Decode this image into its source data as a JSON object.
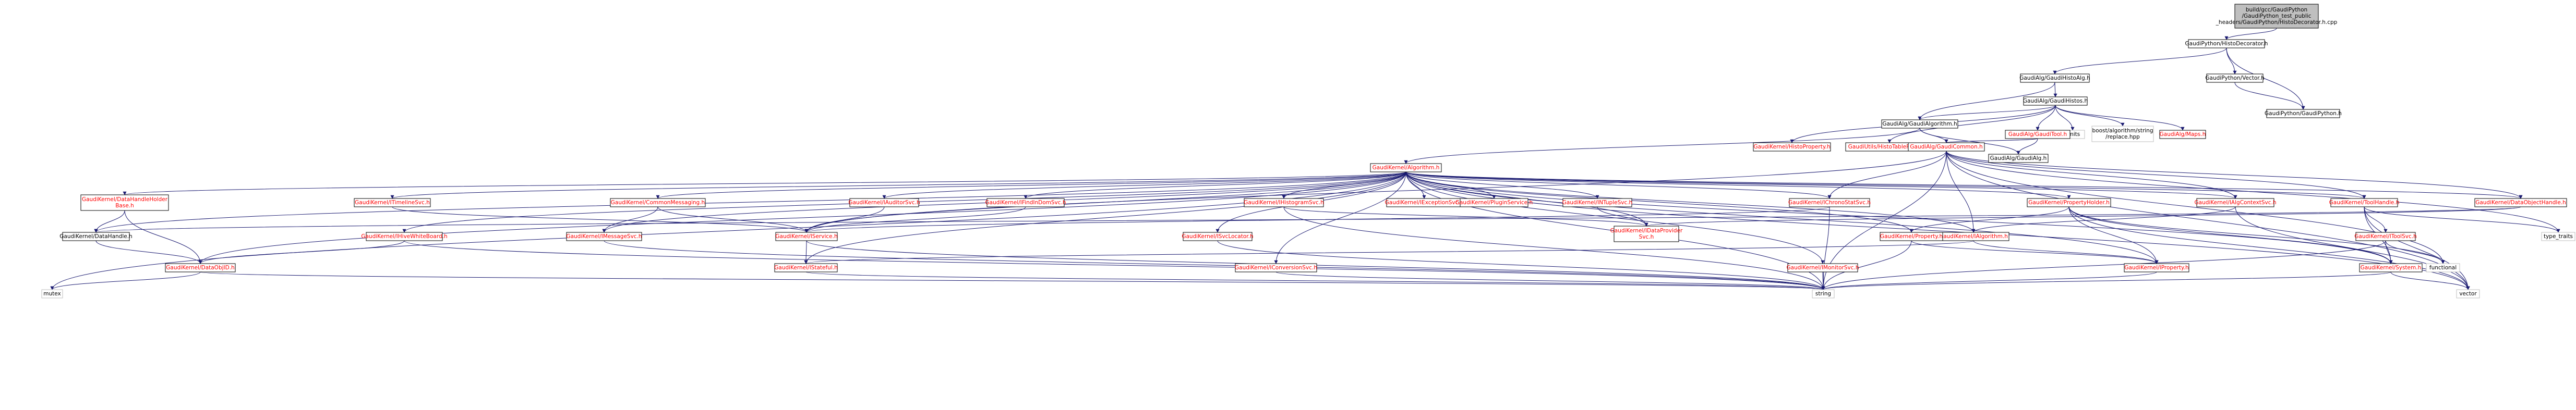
{
  "colors": {
    "node_stroke": "#000000",
    "node_fill": "#ffffff",
    "root_fill": "#bfbfbf",
    "red_text": "#ff0000",
    "black_text": "#000000",
    "edge": "#191970"
  },
  "graph": {
    "nodes": [
      {
        "id": "root",
        "lines": [
          "build/gcc/GaudiPython",
          "/GaudiPython_test_public",
          "_headers/GaudiPython/HistoDecorator.h.cpp"
        ],
        "style": "root"
      },
      {
        "id": "hd",
        "lines": [
          "GaudiPython/HistoDecorator.h"
        ],
        "style": "black"
      },
      {
        "id": "ghalg",
        "lines": [
          "GaudiAlg/GaudiHistoAlg.h"
        ],
        "style": "black"
      },
      {
        "id": "vec",
        "lines": [
          "GaudiPython/Vector.h"
        ],
        "style": "black"
      },
      {
        "id": "gp",
        "lines": [
          "GaudiPython/GaudiPython.h"
        ],
        "style": "black"
      },
      {
        "id": "gh",
        "lines": [
          "GaudiAlg/GaudiHistos.h"
        ],
        "style": "black"
      },
      {
        "id": "ga",
        "lines": [
          "GaudiAlg/GaudiAlgorithm.h"
        ],
        "style": "black"
      },
      {
        "id": "limits",
        "lines": [
          "limits"
        ],
        "style": "plain"
      },
      {
        "id": "boost",
        "lines": [
          "boost/algorithm/string",
          "/replace.hpp"
        ],
        "style": "plain"
      },
      {
        "id": "maps",
        "lines": [
          "GaudiAlg/Maps.h"
        ],
        "style": "red"
      },
      {
        "id": "gtool",
        "lines": [
          "GaudiAlg/GaudiTool.h"
        ],
        "style": "red"
      },
      {
        "id": "hprop",
        "lines": [
          "GaudiKernel/HistoProperty.h"
        ],
        "style": "red"
      },
      {
        "id": "htf",
        "lines": [
          "GaudiUtils/HistoTableFormat.h"
        ],
        "style": "red"
      },
      {
        "id": "algo",
        "lines": [
          "GaudiKernel/Algorithm.h"
        ],
        "style": "red"
      },
      {
        "id": "gc",
        "lines": [
          "GaudiAlg/GaudiCommon.h"
        ],
        "style": "red"
      },
      {
        "id": "gaudi",
        "lines": [
          "GaudiAlg/GaudiAlg.h"
        ],
        "style": "black"
      },
      {
        "id": "dhh",
        "lines": [
          "GaudiKernel/DataHandleHolder",
          "Base.h"
        ],
        "style": "red"
      },
      {
        "id": "ito",
        "lines": [
          "GaudiKernel/ITimelineSvc.h"
        ],
        "style": "red"
      },
      {
        "id": "cm",
        "lines": [
          "GaudiKernel/CommonMessaging.h"
        ],
        "style": "red"
      },
      {
        "id": "iauditor",
        "lines": [
          "GaudiKernel/IAuditorSvc.h"
        ],
        "style": "red"
      },
      {
        "id": "ifind",
        "lines": [
          "GaudiKernel/IFindInDomSvc.h"
        ],
        "style": "red"
      },
      {
        "id": "ihist",
        "lines": [
          "GaudiKernel/IHistogramSvc.h"
        ],
        "style": "red"
      },
      {
        "id": "iexc",
        "lines": [
          "GaudiKernel/IExceptionSvc.h"
        ],
        "style": "red"
      },
      {
        "id": "iplugin",
        "lines": [
          "GaudiKernel/PluginService.h"
        ],
        "style": "red"
      },
      {
        "id": "intuple",
        "lines": [
          "GaudiKernel/INTupleSvc.h"
        ],
        "style": "red"
      },
      {
        "id": "ichrono",
        "lines": [
          "GaudiKernel/IChronoStatSvc.h"
        ],
        "style": "red"
      },
      {
        "id": "ph",
        "lines": [
          "GaudiKernel/PropertyHolder.h"
        ],
        "style": "red"
      },
      {
        "id": "iac",
        "lines": [
          "GaudiKernel/IAlgContextSvc.h"
        ],
        "style": "red"
      },
      {
        "id": "thandle",
        "lines": [
          "GaudiKernel/ToolHandle.h"
        ],
        "style": "red"
      },
      {
        "id": "doh",
        "lines": [
          "GaudiKernel/DataObjectHandle.h"
        ],
        "style": "red"
      },
      {
        "id": "dh",
        "lines": [
          "GaudiKernel/DataHandle.h"
        ],
        "style": "black"
      },
      {
        "id": "ialg",
        "lines": [
          "GaudiKernel/IAlgorithm.h"
        ],
        "style": "red"
      },
      {
        "id": "dps",
        "lines": [
          "GaudiKernel/IDataProvider",
          "Svc.h"
        ],
        "style": "red"
      },
      {
        "id": "iprop",
        "lines": [
          "GaudiKernel/Property.h"
        ],
        "style": "red"
      },
      {
        "id": "imsg",
        "lines": [
          "GaudiKernel/IMessageSvc.h"
        ],
        "style": "red"
      },
      {
        "id": "iservice",
        "lines": [
          "GaudiKernel/IService.h"
        ],
        "style": "red"
      },
      {
        "id": "svcloc",
        "lines": [
          "GaudiKernel/ISvcLocator.h"
        ],
        "style": "red"
      },
      {
        "id": "iws",
        "lines": [
          "GaudiKernel/IHiveWhiteBoard.h"
        ],
        "style": "red"
      },
      {
        "id": "itoolsvc",
        "lines": [
          "GaudiKernel/IToolSvc.h"
        ],
        "style": "red"
      },
      {
        "id": "typetraits",
        "lines": [
          "type_traits"
        ],
        "style": "plain"
      },
      {
        "id": "dataobjid",
        "lines": [
          "GaudiKernel/DataObjID.h"
        ],
        "style": "red"
      },
      {
        "id": "stateful",
        "lines": [
          "GaudiKernel/IStateful.h"
        ],
        "style": "red"
      },
      {
        "id": "iconv",
        "lines": [
          "GaudiKernel/IConversionSvc.h"
        ],
        "style": "red"
      },
      {
        "id": "imon",
        "lines": [
          "GaudiKernel/IMonitorSvc.h"
        ],
        "style": "red"
      },
      {
        "id": "iproperty",
        "lines": [
          "GaudiKernel/IProperty.h"
        ],
        "style": "red"
      },
      {
        "id": "system",
        "lines": [
          "GaudiKernel/System.h"
        ],
        "style": "red"
      },
      {
        "id": "functional",
        "lines": [
          "functional"
        ],
        "style": "plain"
      },
      {
        "id": "mutex",
        "lines": [
          "mutex"
        ],
        "style": "plain"
      },
      {
        "id": "string",
        "lines": [
          "string"
        ],
        "style": "plain"
      },
      {
        "id": "vector",
        "lines": [
          "vector"
        ],
        "style": "plain"
      }
    ],
    "edges": [
      [
        "root",
        "hd"
      ],
      [
        "hd",
        "ghalg"
      ],
      [
        "hd",
        "vec"
      ],
      [
        "hd",
        "gp"
      ],
      [
        "vec",
        "gp"
      ],
      [
        "ghalg",
        "gh"
      ],
      [
        "ghalg",
        "ga"
      ],
      [
        "gh",
        "ga"
      ],
      [
        "gh",
        "limits"
      ],
      [
        "gh",
        "boost"
      ],
      [
        "gh",
        "maps"
      ],
      [
        "gh",
        "gtool"
      ],
      [
        "gh",
        "hprop"
      ],
      [
        "gh",
        "htf"
      ],
      [
        "ga",
        "algo"
      ],
      [
        "ga",
        "gc"
      ],
      [
        "ga",
        "gaudi"
      ],
      [
        "gtool",
        "gc"
      ],
      [
        "gtool",
        "gaudi"
      ],
      [
        "algo",
        "dhh"
      ],
      [
        "algo",
        "ito"
      ],
      [
        "algo",
        "cm"
      ],
      [
        "algo",
        "iauditor"
      ],
      [
        "algo",
        "ifind"
      ],
      [
        "algo",
        "ihist"
      ],
      [
        "algo",
        "iexc"
      ],
      [
        "algo",
        "iplugin"
      ],
      [
        "algo",
        "intuple"
      ],
      [
        "algo",
        "ichrono"
      ],
      [
        "algo",
        "ph"
      ],
      [
        "algo",
        "iac"
      ],
      [
        "algo",
        "thandle"
      ],
      [
        "algo",
        "doh"
      ],
      [
        "algo",
        "ialg"
      ],
      [
        "algo",
        "dps"
      ],
      [
        "algo",
        "iprop"
      ],
      [
        "algo",
        "imsg"
      ],
      [
        "algo",
        "iservice"
      ],
      [
        "algo",
        "svcloc"
      ],
      [
        "algo",
        "iws"
      ],
      [
        "algo",
        "dh"
      ],
      [
        "algo",
        "dataobjid"
      ],
      [
        "algo",
        "mutex"
      ],
      [
        "algo",
        "string"
      ],
      [
        "algo",
        "vector"
      ],
      [
        "algo",
        "iconv"
      ],
      [
        "algo",
        "imon"
      ],
      [
        "algo",
        "iproperty"
      ],
      [
        "algo",
        "system"
      ],
      [
        "algo",
        "stateful"
      ],
      [
        "gc",
        "ichrono"
      ],
      [
        "gc",
        "iac"
      ],
      [
        "gc",
        "thandle"
      ],
      [
        "gc",
        "doh"
      ],
      [
        "gc",
        "ialg"
      ],
      [
        "gc",
        "iservice"
      ],
      [
        "gc",
        "vector"
      ],
      [
        "gc",
        "functional"
      ],
      [
        "gc",
        "typetraits"
      ],
      [
        "gc",
        "string"
      ],
      [
        "dhh",
        "dh"
      ],
      [
        "dhh",
        "dataobjid"
      ],
      [
        "dh",
        "dataobjid"
      ],
      [
        "ito",
        "iservice"
      ],
      [
        "cm",
        "imsg"
      ],
      [
        "cm",
        "iservice"
      ],
      [
        "iauditor",
        "iservice"
      ],
      [
        "ifind",
        "iservice"
      ],
      [
        "ihist",
        "dps"
      ],
      [
        "ihist",
        "string"
      ],
      [
        "intuple",
        "dps"
      ],
      [
        "ichrono",
        "iservice"
      ],
      [
        "ichrono",
        "string"
      ],
      [
        "ph",
        "iprop"
      ],
      [
        "ph",
        "iproperty"
      ],
      [
        "ph",
        "system"
      ],
      [
        "ph",
        "functional"
      ],
      [
        "ph",
        "vector"
      ],
      [
        "iac",
        "ialg"
      ],
      [
        "iac",
        "vector"
      ],
      [
        "thandle",
        "itoolsvc"
      ],
      [
        "thandle",
        "system"
      ],
      [
        "thandle",
        "typetraits"
      ],
      [
        "thandle",
        "vector"
      ],
      [
        "doh",
        "dh"
      ],
      [
        "doh",
        "dps"
      ],
      [
        "ialg",
        "iproperty"
      ],
      [
        "ialg",
        "stateful"
      ],
      [
        "iprop",
        "iproperty"
      ],
      [
        "iprop",
        "string"
      ],
      [
        "imsg",
        "string"
      ],
      [
        "iservice",
        "stateful"
      ],
      [
        "iservice",
        "string"
      ],
      [
        "svcloc",
        "string"
      ],
      [
        "iws",
        "dataobjid"
      ],
      [
        "iws",
        "string"
      ],
      [
        "itoolsvc",
        "system"
      ],
      [
        "itoolsvc",
        "functional"
      ],
      [
        "itoolsvc",
        "string"
      ],
      [
        "dataobjid",
        "mutex"
      ],
      [
        "dataobjid",
        "string"
      ],
      [
        "stateful",
        "string"
      ],
      [
        "iconv",
        "string"
      ],
      [
        "imon",
        "string"
      ],
      [
        "iproperty",
        "string"
      ],
      [
        "system",
        "string"
      ],
      [
        "system",
        "vector"
      ]
    ]
  }
}
